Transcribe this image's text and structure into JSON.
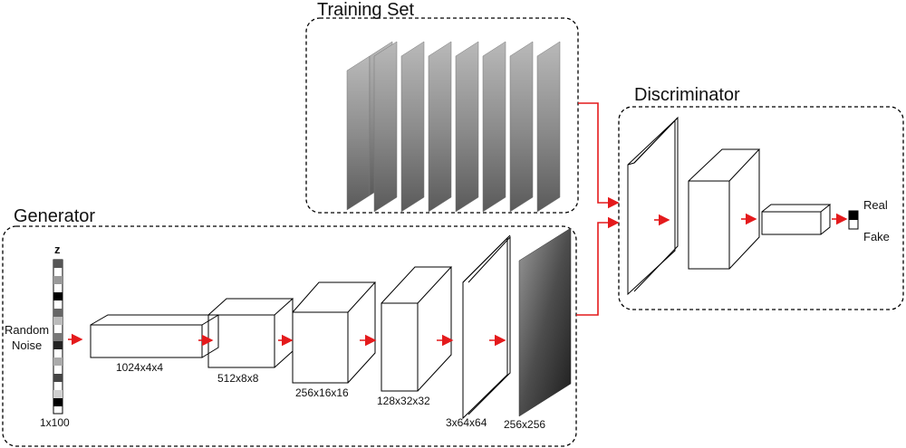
{
  "training_set": {
    "title": "Training Set"
  },
  "discriminator": {
    "title": "Discriminator",
    "output_labels": [
      "Real",
      "Fake"
    ]
  },
  "generator": {
    "title": "Generator",
    "noise_var": "z",
    "noise_label_line1": "Random",
    "noise_label_line2": "Noise",
    "noise_dims": "1x100",
    "layers": [
      {
        "label": "1024x4x4"
      },
      {
        "label": "512x8x8"
      },
      {
        "label": "256x16x16"
      },
      {
        "label": "128x32x32"
      },
      {
        "label": "3x64x64"
      },
      {
        "label": "256x256"
      }
    ]
  },
  "colors": {
    "arrow": "#e41a1c",
    "outline": "#000000"
  }
}
